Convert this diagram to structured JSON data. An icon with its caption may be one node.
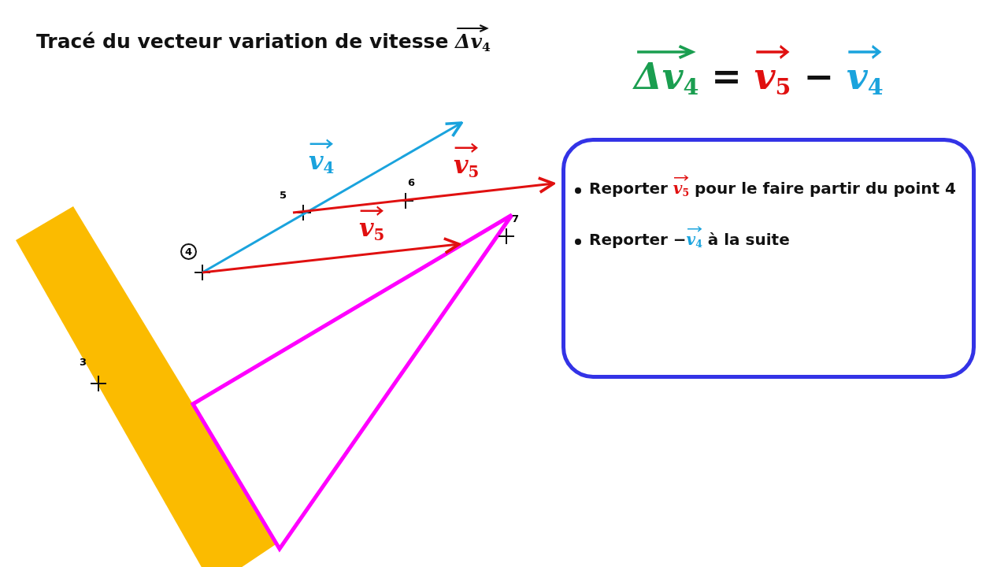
{
  "diagram": {
    "title": "Tracé du vecteur variation de vitesse *Δv*$_{4}$",
    "nodes": [
      {
        "text": [
          "Reporter *v*$_{5}$ pour le faire partir du point 4",
          "Reporter −*v*$_{4}$ à la suite"
        ]
      },
      {
        "text": [
          "4"
        ]
      }
    ],
    "labels": [
      "*Δv*$_{4}$ = *v*$_{5}$ − *v*$_{4}$",
      "*v*$_{4}$",
      "*v*$_{5}$",
      "5",
      "6",
      "*v*$_{5}$",
      "7",
      "3"
    ]
  }
}
